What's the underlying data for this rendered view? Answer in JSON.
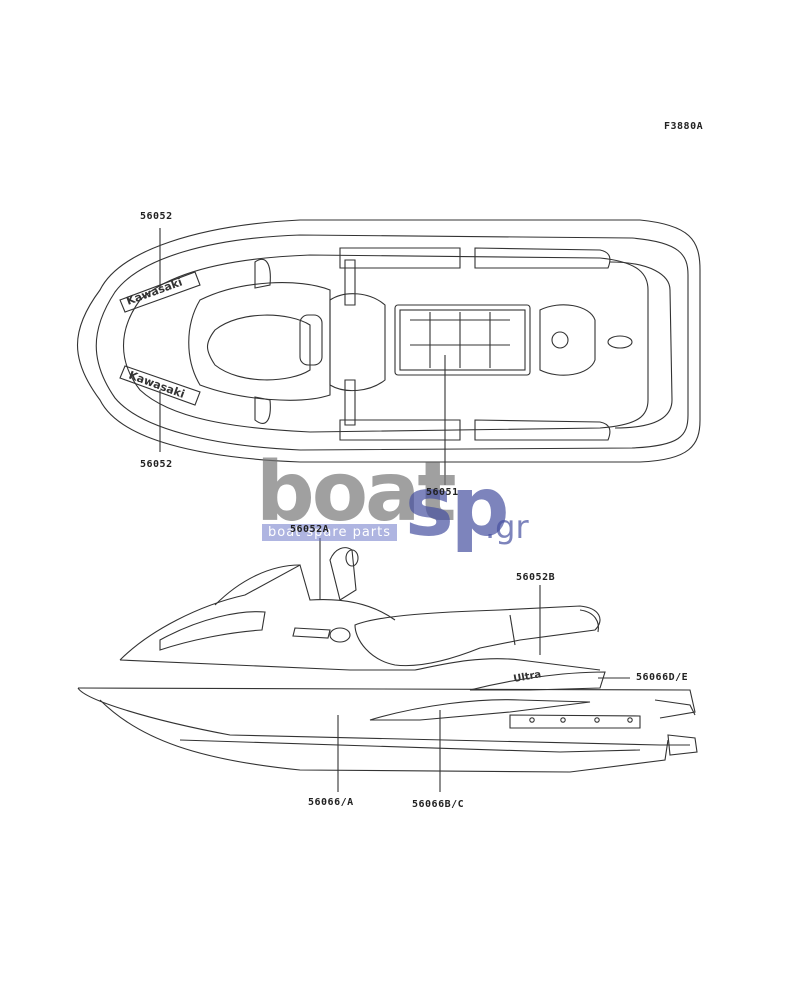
{
  "figure_code": "F3880A",
  "callouts": {
    "top_left_upper": "56052",
    "top_left_lower": "56052",
    "top_center": "56051",
    "side_left_top": "56052A",
    "side_right_top": "56052B",
    "side_right": "56066D/E",
    "side_bottom_left": "56066/A",
    "side_bottom_center": "56066B/C"
  },
  "decals": {
    "brand": "Kawasaki",
    "model": "Ultra"
  },
  "watermark": {
    "main": "boat",
    "sp": "sp",
    "tld": ".gr",
    "tagline": "boat spare parts"
  }
}
